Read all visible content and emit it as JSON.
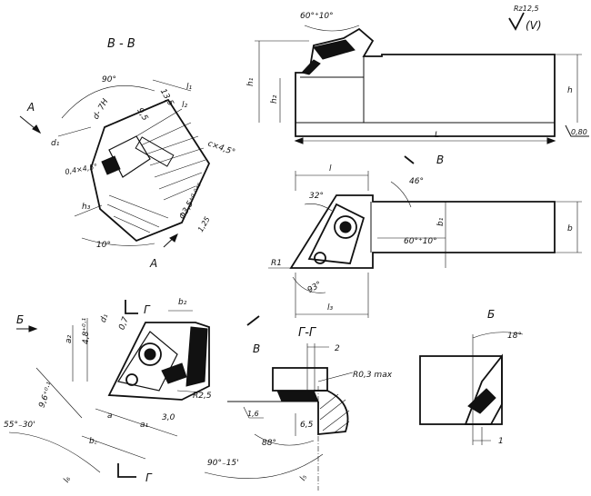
{
  "labels": {
    "section_bb": "В - В",
    "view_a_top": "А",
    "view_a_bottom": "А",
    "angle_90": "90°",
    "dim_13_5": "13,5",
    "dim_l1": "l₁",
    "dim_l2": "l₂",
    "dim_9_5": "9,5",
    "dim_d7h": "d- 7H",
    "dim_d1": "d₁",
    "chamfer": "c×4,5°",
    "chamfer_04": "0,4×4,5°",
    "dim_h3": "h₃",
    "diam_35": "Φ3,5⁺⁰·⁰⁴⁸",
    "rough_125": "1,25",
    "angle_10": "10°",
    "angle_60_top": "60°⁺10°",
    "rz_label": "Rz12,5",
    "rz_paren": "(V)",
    "dim_h1": "h₁",
    "dim_h2": "h₂",
    "dim_h": "h",
    "dim_L": "L",
    "rough_080": "0,80",
    "dim_l_plan": "l",
    "view_b_mark": "В",
    "angle_46": "46°",
    "angle_32": "32°",
    "dim_b1": "b₁",
    "dim_b": "b",
    "angle_60_plan": "60°⁺10°",
    "radius_r1": "R1",
    "angle_93": "93°",
    "dim_l3": "l₃",
    "view_b_left": "Б",
    "view_g_top": "Г",
    "view_g_bottom": "Г",
    "dim_d1_lower": "d₁",
    "dim_b2": "b₂",
    "dim_4_8": "4,8⁺⁰·¹",
    "dim_a2": "a₂",
    "dim_0_7": "0,7",
    "dim_9_6": "9,6⁺⁰·¹",
    "radius_r25": "R2,5",
    "angle_55": "55°₋30'",
    "dim_a": "a",
    "dim_a1": "a₁",
    "dim_3_0": "3,0",
    "dim_bc": "b꜀",
    "dim_l6": "l₆",
    "section_gg": "Г-Г",
    "view_v_lower": "В",
    "dim_2": "2",
    "radius_r03": "R0,3 max",
    "rough_1_6": "1,6",
    "dim_6_5": "6,5",
    "angle_88": "88°",
    "angle_90_15": "90°₋15'",
    "dim_l5": "l₅",
    "view_b_right": "Б",
    "angle_18": "18°",
    "dim_1": "1"
  }
}
